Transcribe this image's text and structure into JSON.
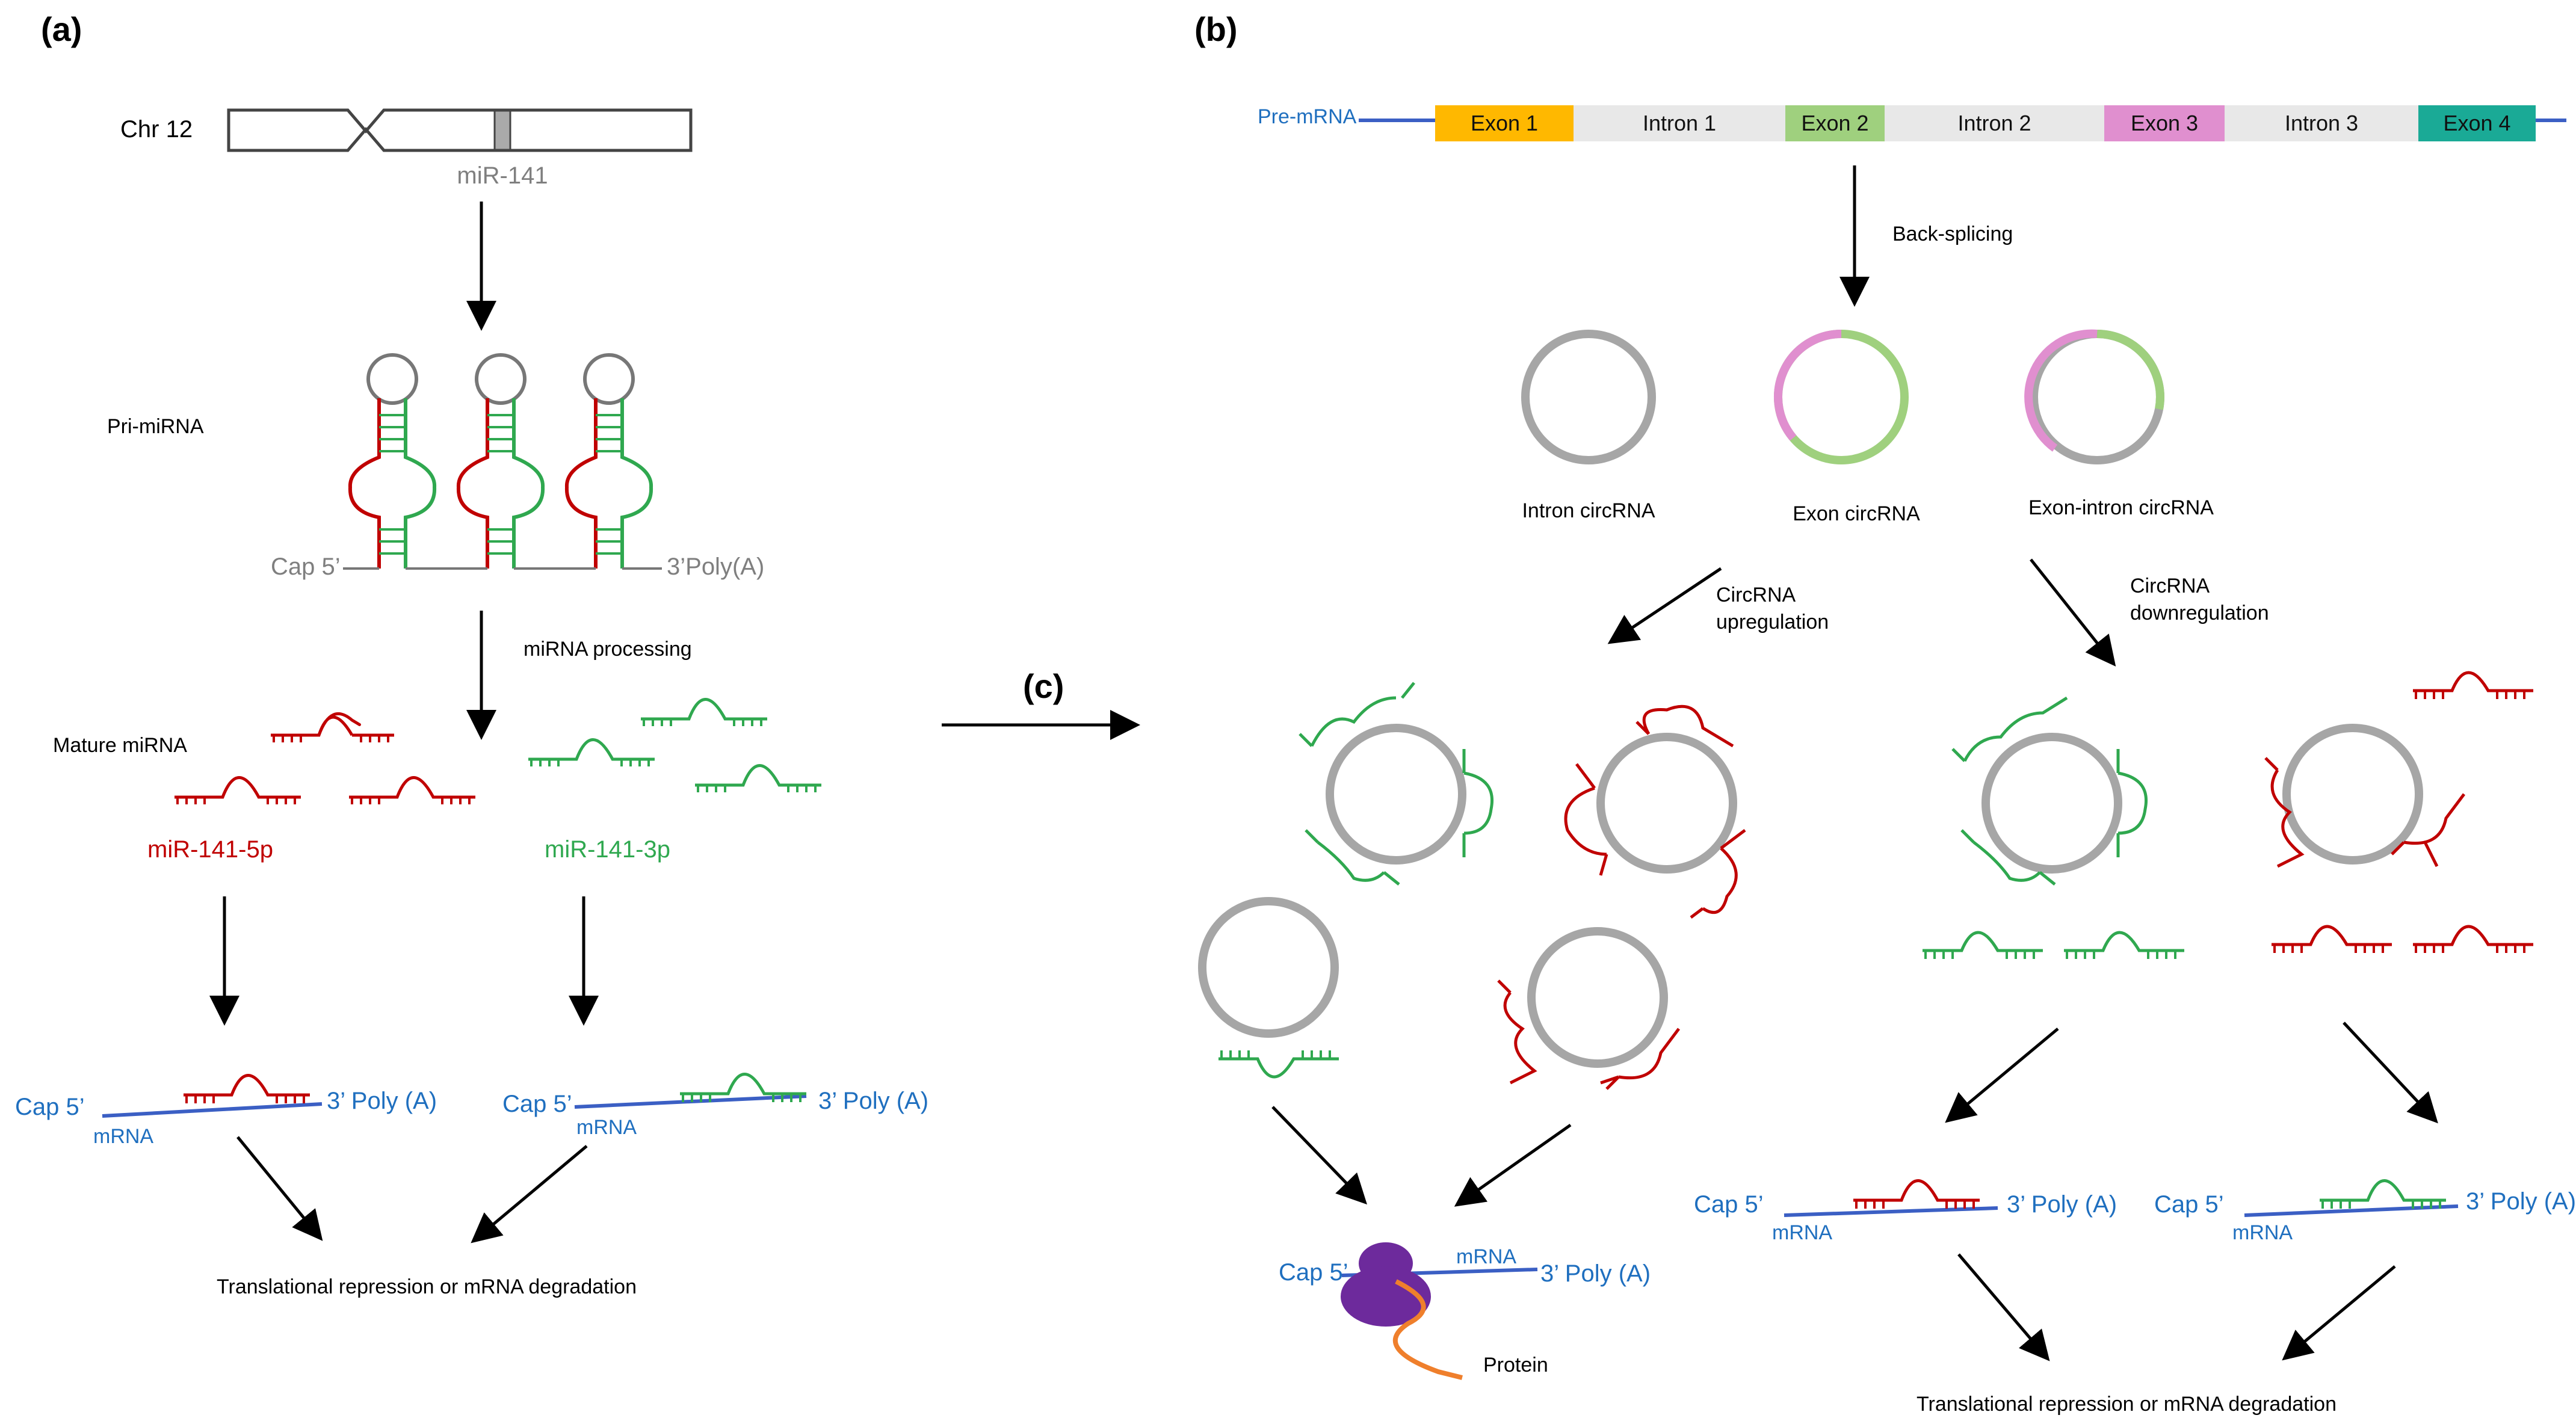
{
  "panels": {
    "a": "(a)",
    "b": "(b)",
    "c": "(c)"
  },
  "panel_a": {
    "chromosome": "Chr 12",
    "gene": "miR-141",
    "pri_label": "Pri-miRNA",
    "cap": "Cap 5’",
    "polyA": "3’Poly(A)",
    "processing": "miRNA processing",
    "mature": "Mature miRNA",
    "mir5p": "miR-141-5p",
    "mir3p": "miR-141-3p",
    "mrna_left": {
      "cap": "Cap 5’",
      "mrna": "mRNA",
      "poly": "3’ Poly (A)"
    },
    "mrna_right": {
      "cap": "Cap 5’",
      "mrna": "mRNA",
      "poly": "3’ Poly (A)"
    },
    "outcome": "Translational repression or mRNA degradation"
  },
  "panel_b": {
    "pre_mrna": "Pre-mRNA",
    "segments": [
      {
        "label": "Exon 1",
        "color": "#ffb800"
      },
      {
        "label": "Intron 1",
        "color": "#e8e8e8"
      },
      {
        "label": "Exon 2",
        "color": "#9fd07e"
      },
      {
        "label": "Intron 2",
        "color": "#e8e8e8"
      },
      {
        "label": "Exon 3",
        "color": "#e08fcf"
      },
      {
        "label": "Intron 3",
        "color": "#e8e8e8"
      },
      {
        "label": "Exon 4",
        "color": "#1aaa96"
      }
    ],
    "back_splicing": "Back-splicing",
    "circ_types": [
      "Intron circRNA",
      "Exon circRNA",
      "Exon-intron circRNA"
    ],
    "up1": "CircRNA",
    "up2": "upregulation",
    "down1": "CircRNA",
    "down2": "downregulation",
    "protein_mrna": {
      "cap": "Cap 5’",
      "mrna": "mRNA",
      "poly": "3’ Poly (A)"
    },
    "protein": "Protein",
    "mrna_left": {
      "cap": "Cap 5’",
      "mrna": "mRNA",
      "poly": "3’ Poly (A)"
    },
    "mrna_right": {
      "cap": "Cap 5’",
      "mrna": "mRNA",
      "poly": "3’ Poly (A)"
    },
    "outcome": "Translational repression or mRNA degradation"
  },
  "colors": {
    "red": "#c00000",
    "green": "#2fa84f",
    "blue": "#3b5fc4",
    "gray": "#8c8c8c",
    "purple": "#6d2a9c",
    "orange": "#ef7f2c"
  }
}
